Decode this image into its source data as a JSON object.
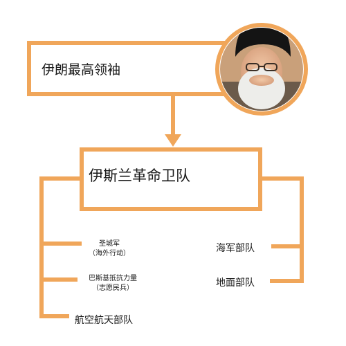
{
  "colors": {
    "accent": "#f0a65a",
    "text": "#1a1a1a",
    "background": "#ffffff"
  },
  "nodes": {
    "top": {
      "label": "伊朗最高领袖"
    },
    "middle": {
      "label": "伊斯兰革命卫队"
    },
    "city": {
      "label": "圣城军",
      "note": "（海外行动）"
    },
    "basij": {
      "label": "巴斯基抵抗力量",
      "note": "（志愿民兵）"
    },
    "aerospace": {
      "label": "航空航天部队"
    },
    "navy": {
      "label": "海军部队"
    },
    "ground": {
      "label": "地面部队"
    }
  },
  "portrait": {
    "icon": "leader-portrait-icon"
  }
}
